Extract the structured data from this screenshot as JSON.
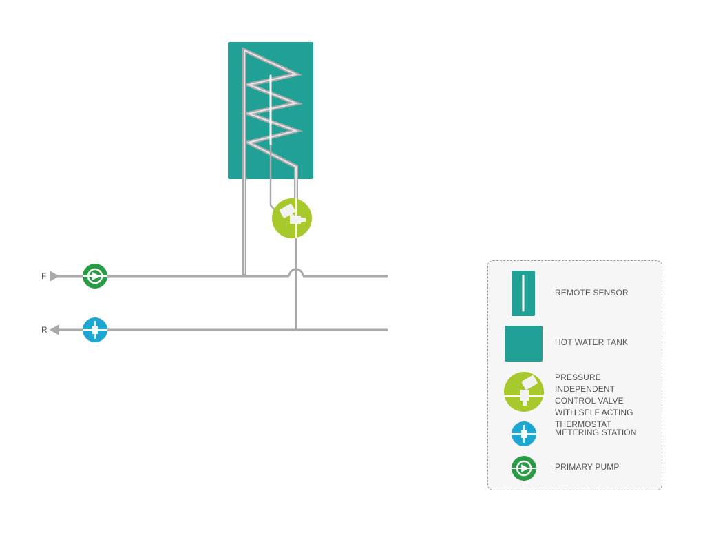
{
  "colors": {
    "pipe": "#a9a9ab",
    "coil": "#c9c9cb",
    "tank": "#21a095",
    "valve": "#a8c92c",
    "metering": "#1ca6d2",
    "pump": "#2a9b45",
    "legend_bg": "#f6f6f6",
    "legend_border": "#9a9a9a",
    "text": "#555555"
  },
  "flow_labels": {
    "flow": "F",
    "return": "R"
  },
  "legend": {
    "items": [
      {
        "label": "REMOTE SENSOR",
        "icon": "remote-sensor-icon"
      },
      {
        "label": "HOT WATER TANK",
        "icon": "hot-water-tank-icon"
      },
      {
        "label": "PRESSURE INDEPENDENT\nCONTROL VALVE\nWITH SELF ACTING\nTHERMOSTAT",
        "icon": "control-valve-icon"
      },
      {
        "label": "METERING STATION",
        "icon": "metering-station-icon"
      },
      {
        "label": "PRIMARY PUMP",
        "icon": "primary-pump-icon"
      }
    ]
  }
}
